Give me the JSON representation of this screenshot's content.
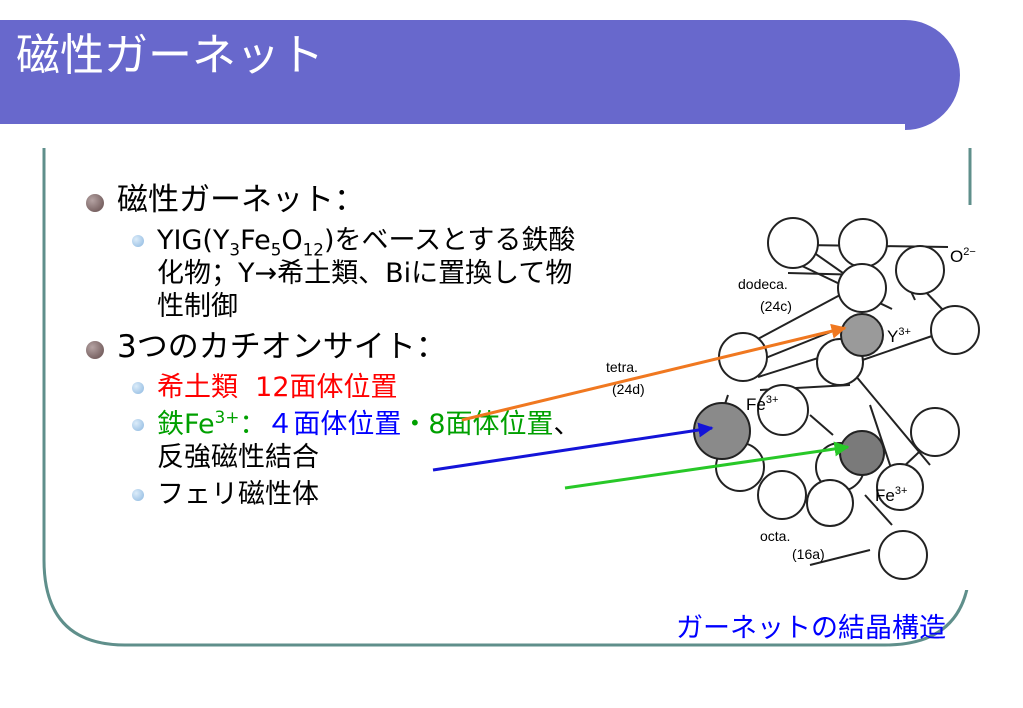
{
  "slide": {
    "title": "磁性ガーネット",
    "colors": {
      "title_band": "#6868cc",
      "frame_line": "#5f8f8b",
      "bullet_main": "#8b7474",
      "bullet_sub": "#a8c8e8"
    }
  },
  "bullets": [
    {
      "text": "磁性ガーネット：",
      "sub": [
        {
          "part_a": "YIG(Y",
          "sub1": "3",
          "part_b": "Fe",
          "sub2": "5",
          "part_c": "O",
          "sub3": "12",
          "part_d": ")をベースとする鉄酸化物；Y→希土類、Biに置換して物性制御"
        }
      ]
    },
    {
      "text": "3つのカチオンサイト：",
      "sub": [
        {
          "red": "希土類",
          "blue": "12面体位置"
        },
        {
          "green": "鉄Fe",
          "green_sup": "3+",
          "colon": "：",
          "blue_a": "４面体位置",
          "sep": "・",
          "blue_b": "8面体位置",
          "rest": "、反強磁性結合"
        },
        {
          "text": "フェリ磁性体"
        }
      ]
    }
  ],
  "figure": {
    "caption": "ガーネットの結晶構造",
    "labels": {
      "oxygen": "O",
      "oxygen_charge": "2−",
      "dodeca": "dodeca.",
      "dodeca_site": "(24c)",
      "yttrium": "Y",
      "yttrium_charge": "3+",
      "tetra": "tetra.",
      "tetra_site": "(24d)",
      "iron_tetra": "Fe",
      "iron_tetra_charge": "3+",
      "iron_octa": "Fe",
      "iron_octa_charge": "3+",
      "octa": "octa.",
      "octa_site": "(16a)"
    },
    "arrow_colors": {
      "dodeca": "#f07820",
      "tetra": "#1414d8",
      "octa": "#28c828"
    }
  }
}
